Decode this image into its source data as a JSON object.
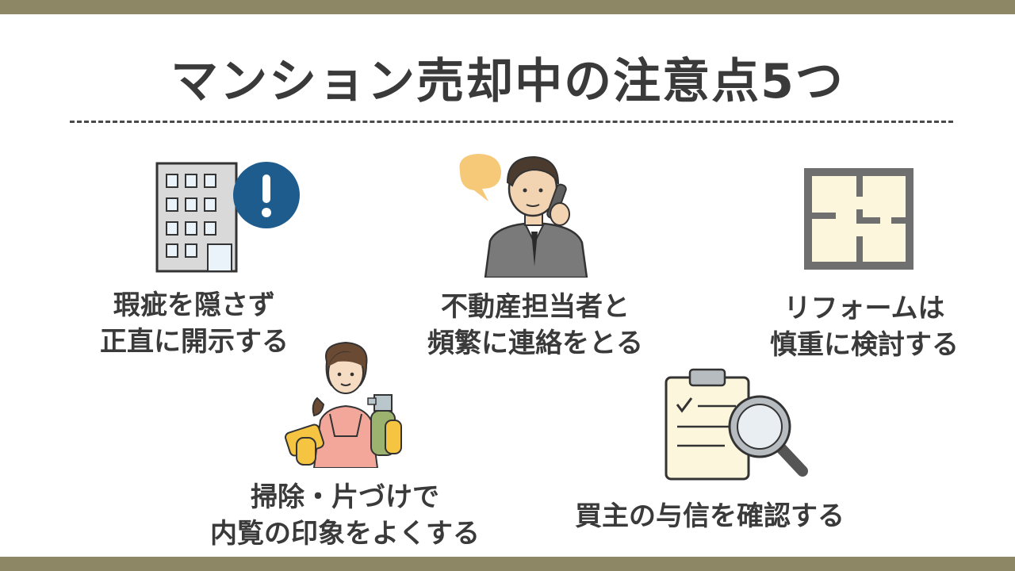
{
  "title": "マンション売却中の注意点5つ",
  "items": [
    {
      "icon": "building-warning-icon",
      "line1": "瑕疵を隠さず",
      "line2": "正直に開示する"
    },
    {
      "icon": "agent-phone-icon",
      "line1": "不動産担当者と",
      "line2": "頻繁に連絡をとる"
    },
    {
      "icon": "floor-plan-icon",
      "line1": "リフォームは",
      "line2": "慎重に検討する"
    },
    {
      "icon": "cleaning-person-icon",
      "line1": "掃除・片づけで",
      "line2": "内覧の印象をよくする"
    },
    {
      "icon": "clipboard-search-icon",
      "line1": "買主の与信を確認する"
    }
  ],
  "colors": {
    "band": "#8d8766",
    "alert_blue": "#1f5c8e",
    "speech_bubble": "#f6c979",
    "paper": "#fbf6dc"
  }
}
